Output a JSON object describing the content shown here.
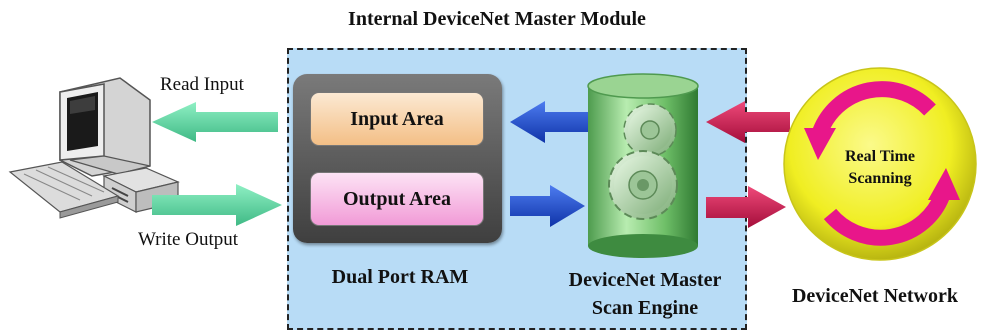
{
  "title": "Internal DeviceNet Master Module",
  "labels": {
    "read_input": "Read Input",
    "write_output": "Write Output",
    "input_area": "Input Area",
    "output_area": "Output Area",
    "dual_port_ram": "Dual Port RAM",
    "scan_engine_line1": "DeviceNet Master",
    "scan_engine_line2": "Scan Engine",
    "real_time_line1": "Real Time",
    "real_time_line2": "Scanning",
    "network": "DeviceNet Network"
  },
  "colors": {
    "module_bg": "#b8dcf6",
    "green_arrow": "#5fd6a4",
    "blue_arrow": "#1f4fd8",
    "red_arrow": "#d01850",
    "yellow_circle": "#f2f032",
    "magenta_cycle": "#e8168a"
  },
  "icons": [
    "computer-icon",
    "gear-icon",
    "cycle-icon"
  ]
}
